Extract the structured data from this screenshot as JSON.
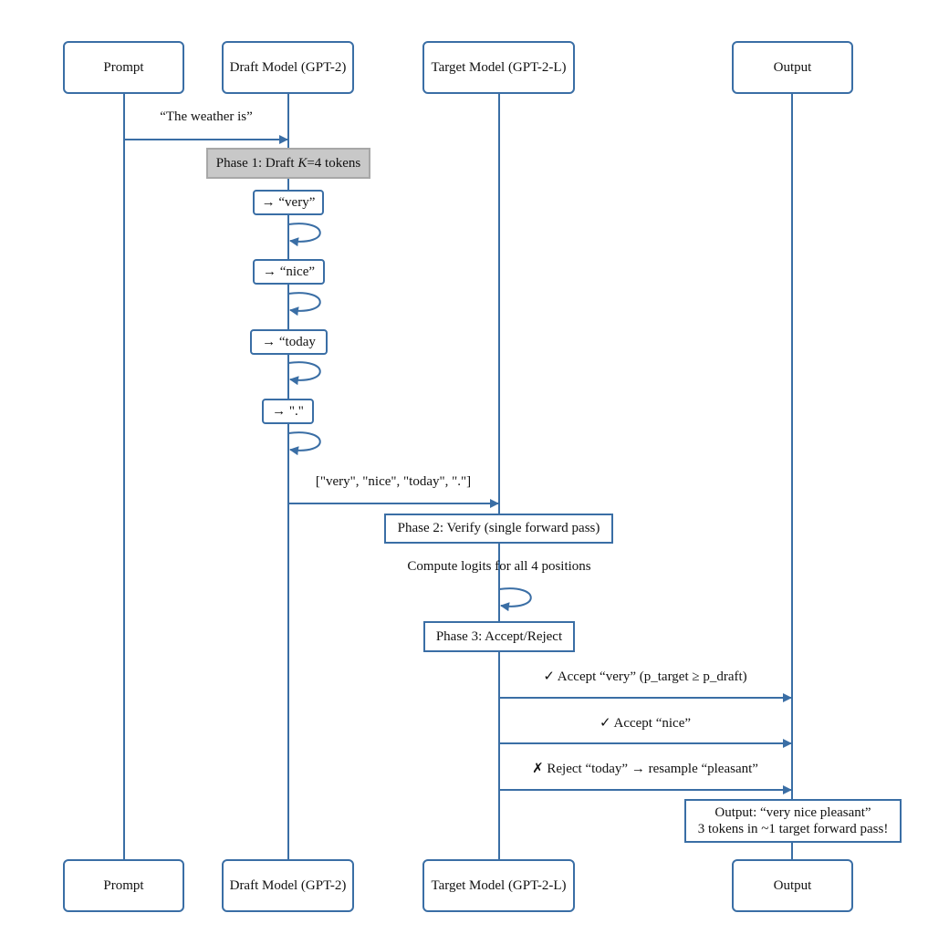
{
  "actors": {
    "prompt": "Prompt",
    "draft": "Draft Model (GPT-2)",
    "target": "Target Model (GPT-2-L)",
    "output": "Output"
  },
  "messages": {
    "prompt_to_draft": "“The weather is”",
    "draft_to_target": "[\"very\", \"nice\", \"today\", \".\"]",
    "compute_logits": "Compute logits for all 4 positions",
    "accept_very": "✓ Accept “very” (p_target ≥ p_draft)",
    "accept_nice": "✓ Accept “nice”",
    "reject_today": "✗ Reject “today” → resample “pleasant”"
  },
  "phases": {
    "phase1_prefix": "Phase 1: Draft ",
    "phase1_k": "K",
    "phase1_suffix": "=4 tokens",
    "phase2": "Phase 2: Verify (single forward pass)",
    "phase3": "Phase 3: Accept/Reject"
  },
  "draft_tokens": [
    "→ “very”",
    "→ “nice”",
    "→ “today",
    "→ \".\""
  ],
  "output_note": {
    "line1": "Output: “very nice pleasant”",
    "line2": "3 tokens in ~1 target forward pass!"
  },
  "colors": {
    "line": "#3a6ea5",
    "phase1_fill": "#c8c8c8"
  }
}
